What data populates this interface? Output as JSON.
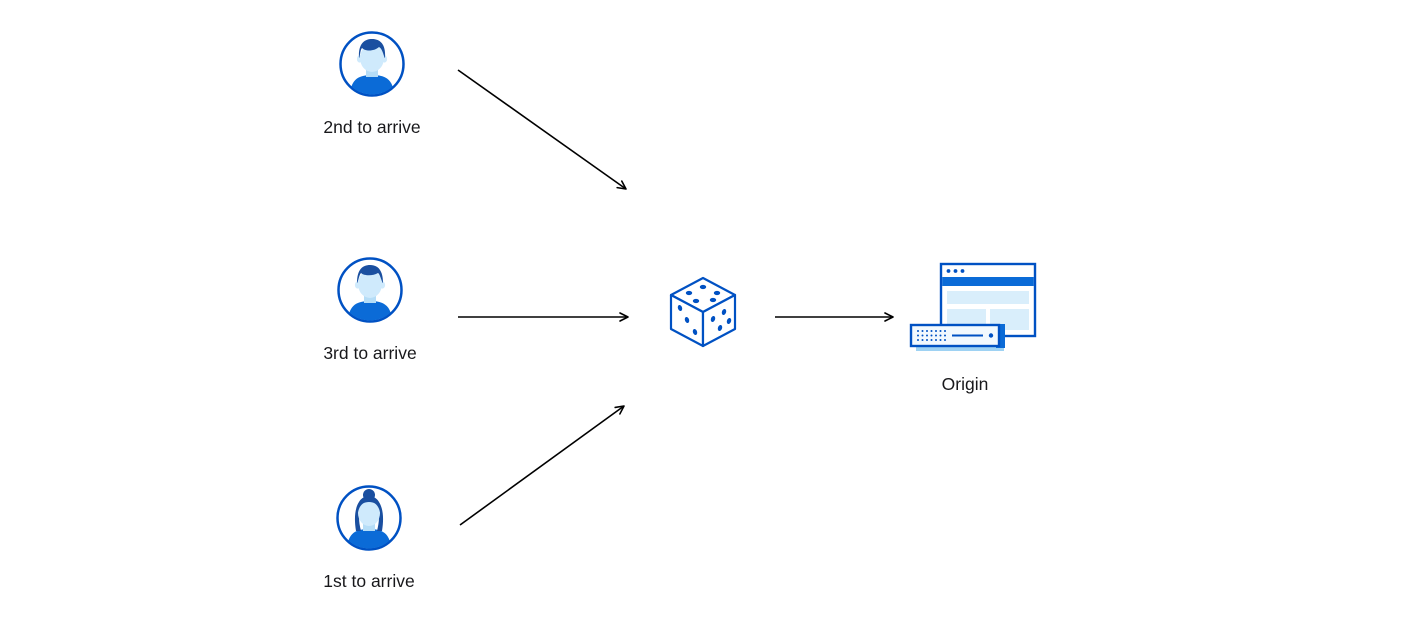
{
  "diagram": {
    "clients": [
      {
        "label": "2nd to arrive",
        "icon": "male-user-avatar-icon"
      },
      {
        "label": "3rd to arrive",
        "icon": "male-user-avatar-icon"
      },
      {
        "label": "1st to arrive",
        "icon": "female-user-avatar-icon"
      }
    ],
    "router": {
      "icon": "dice-icon"
    },
    "origin": {
      "label": "Origin",
      "icon": "origin-server-browser-icon"
    },
    "colors": {
      "outline_blue": "#0051c3",
      "shirt_blue": "#0b6bd7",
      "hair_navy": "#1a4fa0",
      "face_light_blue": "#cfeafc",
      "panel_light_blue": "#d9eefb",
      "arrow": "#000000"
    }
  }
}
